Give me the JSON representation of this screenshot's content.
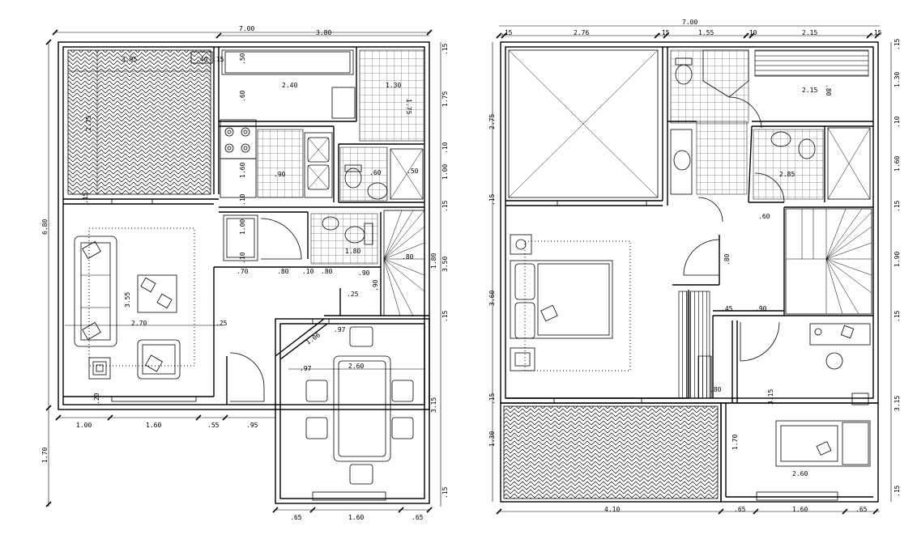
{
  "colors": {
    "ink": "#000000",
    "paper": "#ffffff"
  },
  "plans": {
    "ground": {
      "dims_top": [
        "7.00",
        "3.80"
      ],
      "dims_left": [
        "6.80",
        "1.70"
      ],
      "dims_right": [
        ".15",
        "1.75",
        ".10",
        "1.00",
        ".15",
        "1.80",
        "3.50",
        ".15",
        "3.15",
        ".15"
      ],
      "dims_bottom": [
        "1.00",
        "1.60",
        ".55",
        ".95",
        ".65",
        "1.60",
        ".65"
      ],
      "dims_inner": [
        "3.95",
        ".40",
        ".15",
        "2.40",
        "1.30",
        "1.75",
        ".50",
        ".60",
        "2.75",
        "1.60",
        ".90",
        ".60",
        ".50",
        ".10",
        "1.00",
        ".10",
        ".70",
        ".80",
        ".10",
        ".80",
        "1.80",
        ".90",
        ".90",
        ".80",
        ".25",
        "3.55",
        "2.70",
        ".25",
        ".20",
        "1.00",
        "1.60",
        "2.60",
        ".97",
        ".97",
        "1.06",
        ".15"
      ]
    },
    "upper": {
      "dims_top": [
        "7.00",
        ".15",
        "2.76",
        ".15",
        "1.55",
        ".10",
        "2.15",
        ".15"
      ],
      "dims_left": [
        "2.75",
        ".15",
        "3.60",
        ".15",
        "1.30"
      ],
      "dims_right": [
        ".15",
        "1.30",
        ".10",
        "1.60",
        ".15",
        "1.90",
        ".15",
        "3.15",
        ".15"
      ],
      "dims_bottom": [
        "4.10",
        ".65",
        "1.60",
        ".65"
      ],
      "dims_inner": [
        "2.15",
        ".80",
        "2.85",
        ".60",
        ".80",
        ".45",
        ".90",
        ".80",
        "3.15",
        "1.70",
        "2.60"
      ]
    }
  }
}
